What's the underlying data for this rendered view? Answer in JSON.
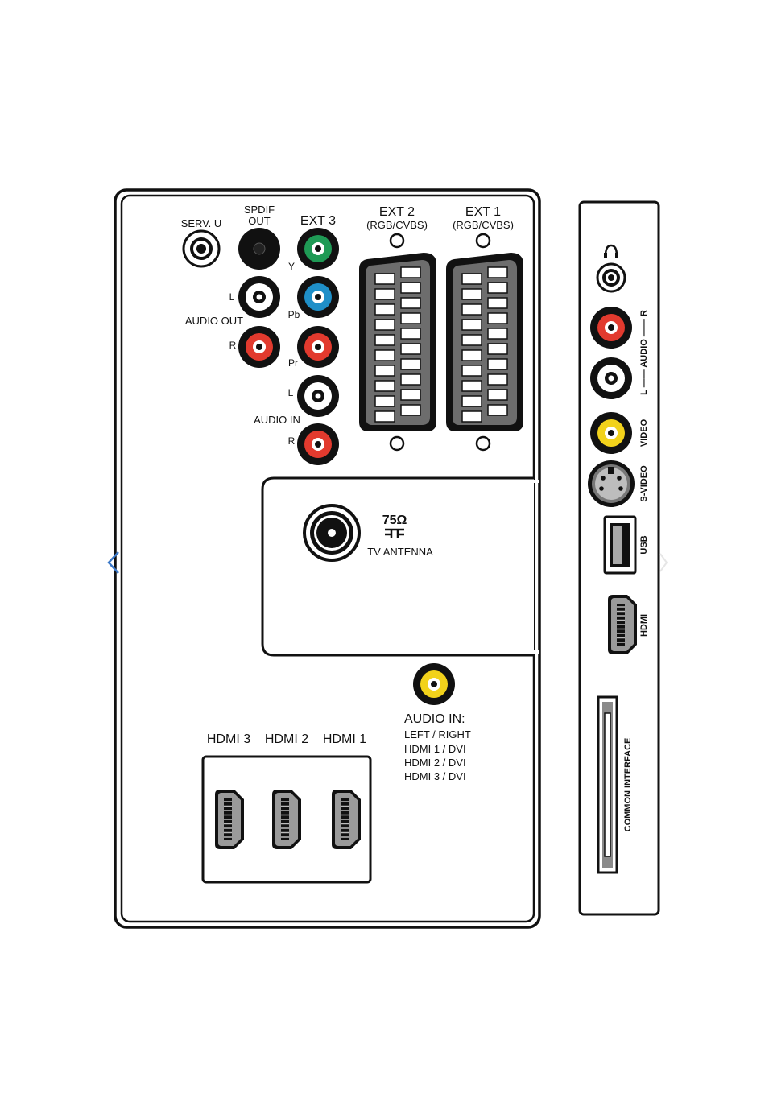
{
  "colors": {
    "green": "#1f9a55",
    "blue": "#1f8fc8",
    "red": "#e23a2e",
    "yellow": "#f2d21b",
    "white": "#ffffff",
    "black": "#111111",
    "scart_gray": "#6d6d6d",
    "nav_arrow": "#3a78c8"
  },
  "rear_panel": {
    "serv_u": "SERV. U",
    "spdif_line1": "SPDIF",
    "spdif_line2": "OUT",
    "ext3": "EXT 3",
    "y": "Y",
    "pb": "Pb",
    "pr": "Pr",
    "audio_out": "AUDIO OUT",
    "audio_out_l": "L",
    "audio_out_r": "R",
    "audio_in": "AUDIO IN",
    "audio_in_l": "L",
    "audio_in_r": "R",
    "ext2": "EXT 2",
    "ext2_sub": "(RGB/CVBS)",
    "ext1": "EXT 1",
    "ext1_sub": "(RGB/CVBS)",
    "ohm": "75Ω",
    "tv_antenna": "TV ANTENNA",
    "audio_in_hdmi_title": "AUDIO IN:",
    "audio_in_hdmi_lines": [
      "LEFT / RIGHT",
      "HDMI 1 / DVI",
      "HDMI 2 / DVI",
      "HDMI 3 / DVI"
    ],
    "hdmi3": "HDMI 3",
    "hdmi2": "HDMI 2",
    "hdmi1": "HDMI 1"
  },
  "side_panel": {
    "headphone_icon": "headphone-icon",
    "audio_r_l": "L —— AUDIO —— R",
    "video": "VIDEO",
    "s_video": "S-VIDEO",
    "usb": "USB",
    "hdmi": "HDMI",
    "common_interface": "COMMON INTERFACE"
  },
  "navigation": {
    "prev_icon": "chevron-left-icon",
    "next_icon": "chevron-right-icon"
  }
}
